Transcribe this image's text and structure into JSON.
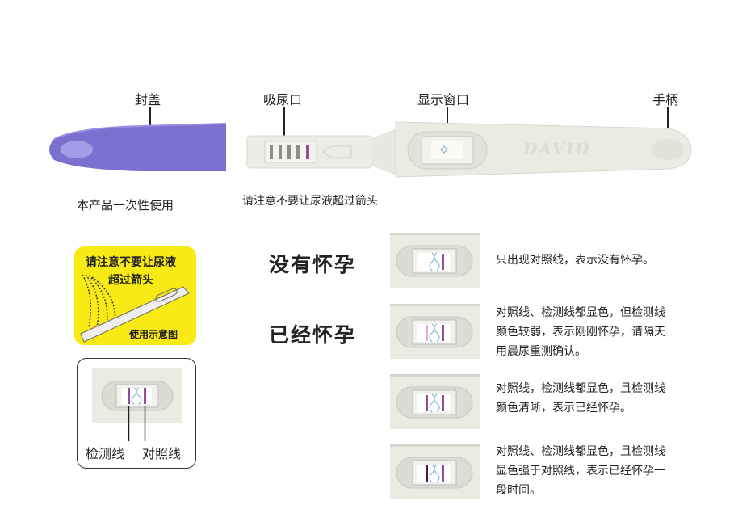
{
  "labels": {
    "cap": "封盖",
    "inlet": "吸尿口",
    "window": "显示窗口",
    "handle": "手柄"
  },
  "notes": {
    "single_use": "本产品一次性使用",
    "arrow_warning": "请注意不要让尿液超过箭头"
  },
  "brand": "DAVID",
  "usage_box": {
    "line1": "请注意不要让尿液",
    "line2": "超过箭头",
    "caption": "使用示意图"
  },
  "legend_box": {
    "test_line": "检测线",
    "control_line": "对照线"
  },
  "headings": {
    "not_pregnant": "没有怀孕",
    "pregnant": "已经怀孕"
  },
  "colors": {
    "cap": "#7b6fd0",
    "control": "#9b4a9a",
    "faint": "#f0a8d8",
    "dark": "#6a1a6a",
    "box": "#f7ea15"
  },
  "results": [
    {
      "lines": [
        "只出现对照线，表示没有怀孕。"
      ],
      "test_color": "none"
    },
    {
      "lines": [
        "对照线、检测线都显色，但检测线",
        "颜色较弱，表示刚刚怀孕，请隔天",
        "用晨尿重测确认。"
      ],
      "test_color": "#f0a8d8"
    },
    {
      "lines": [
        "对照线，检测线都显色，且检测线",
        "颜色清晰，表示已经怀孕。"
      ],
      "test_color": "#9b4a9a"
    },
    {
      "lines": [
        "对照线、检测线都显色，且检测线",
        "显色强于对照线，表示已经怀孕一",
        "段时间。"
      ],
      "test_color": "#5a0f5a"
    }
  ]
}
